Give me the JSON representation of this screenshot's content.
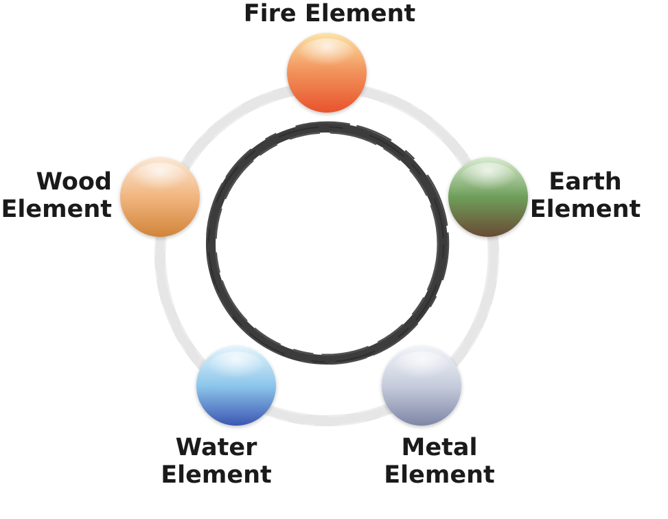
{
  "nodes": [
    {
      "id": "fire",
      "lines": [
        "Fire Element"
      ],
      "colors": [
        "#fce3a6",
        "#f2975f",
        "#e8532c"
      ]
    },
    {
      "id": "earth",
      "lines": [
        "Earth",
        "Element"
      ],
      "colors": [
        "#d8ecd0",
        "#6e9e5a",
        "#6a4a34"
      ]
    },
    {
      "id": "metal",
      "lines": [
        "Metal",
        "Element"
      ],
      "colors": [
        "#f1f4f8",
        "#c6ccdc",
        "#7e86a6"
      ]
    },
    {
      "id": "water",
      "lines": [
        "Water",
        "Element"
      ],
      "colors": [
        "#e4f4fc",
        "#8cc6ea",
        "#3c56b2"
      ]
    },
    {
      "id": "wood",
      "lines": [
        "Wood",
        "Element"
      ],
      "colors": [
        "#fbe8d6",
        "#f1b57e",
        "#d18439"
      ]
    }
  ],
  "colors": {
    "outer_ring": "#e6e6e6",
    "inner_ring": "#3c3c3c",
    "label_text": "#1a1a1a"
  }
}
